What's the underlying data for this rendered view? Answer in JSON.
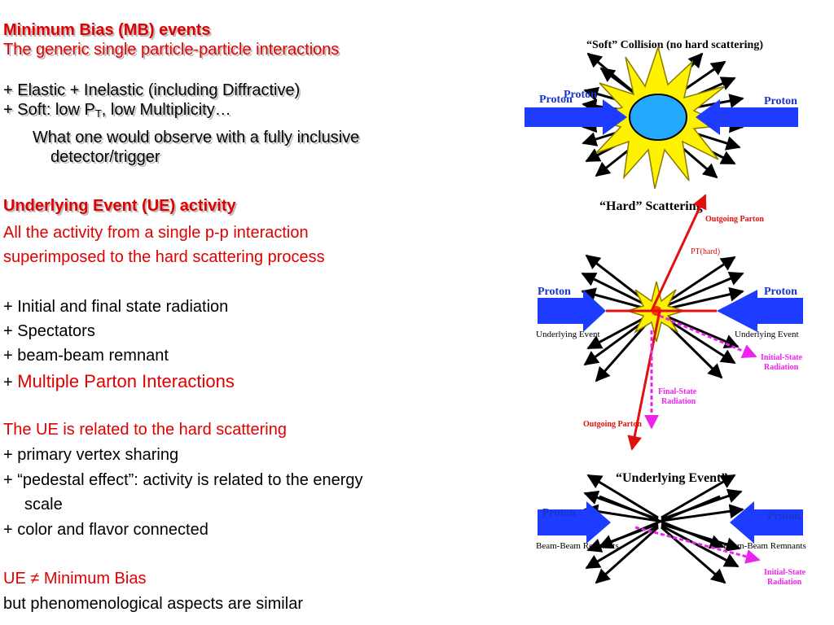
{
  "text": {
    "mb_title": "Minimum Bias (MB) events",
    "mb_subtitle": "The generic single particle-particle interactions",
    "mb_line1": "+ Elastic + Inelastic (including Diffractive)",
    "mb_line2_prefix": "+ Soft: low P",
    "mb_line2_sub": "T",
    "mb_line2_suffix": ", low Multiplicity…",
    "mb_obs1": "What one would observe with a fully inclusive",
    "mb_obs2": "detector/trigger",
    "ue_title": "Underlying Event (UE) activity",
    "ue_desc1": "All the activity from a single p-p interaction",
    "ue_desc2": "superimposed to the hard scattering process",
    "ue_item1": "+ Initial and final state radiation",
    "ue_item2": "+ Spectators",
    "ue_item3": "+ beam-beam remnant",
    "ue_item4_prefix": "+ ",
    "ue_item4": "Multiple Parton Interactions",
    "rel_title": "The UE is related to the hard scattering",
    "rel1": "+ primary vertex sharing",
    "rel2": "+ “pedestal effect”: activity is related to the energy",
    "rel2b": "scale",
    "rel3": "+ color and flavor connected",
    "neq": "UE ≠ Minimum Bias",
    "final": "but phenomenological aspects are similar"
  },
  "diagram": {
    "soft": {
      "title": "“Soft” Collision (no hard scattering)",
      "left_label": "Proton",
      "left_label2": "Proton",
      "right_label": "Proton"
    },
    "hard": {
      "title": "“Hard” Scattering",
      "outgoing_top": "Outgoing Parton",
      "pt_hard": "PT(hard)",
      "left_label": "Proton",
      "right_label": "Proton",
      "left_ue": "Underlying Event",
      "right_ue": "Underlying Event",
      "isr": [
        "Initial-State",
        "Radiation"
      ],
      "fsr": [
        "Final-State",
        "Radiation"
      ],
      "outgoing_bottom": "Outgoing Parton"
    },
    "ue": {
      "title": "“Underlying Event”",
      "left_label": "Proton",
      "right_label": "Proton",
      "left_bbr": "Beam-Beam Remnants",
      "right_bbr": "Beam-Beam Remnants",
      "isr": [
        "Initial-State",
        "Radiation"
      ]
    }
  },
  "colors": {
    "red_text": "#e00000",
    "proton_arrow": "#1e3cff",
    "proton_label": "#1a35c8",
    "hard_parton": "#e01010",
    "radiation": "#ee22ee",
    "burst_fill": "#fff200",
    "blob_fill": "#22aaff"
  }
}
